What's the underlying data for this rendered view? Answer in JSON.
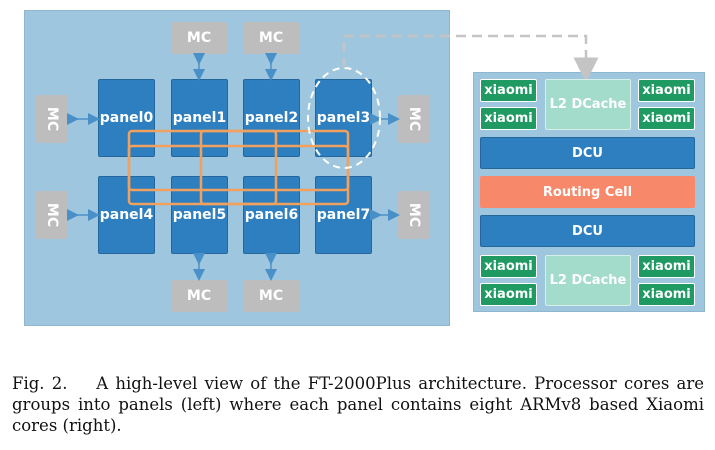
{
  "memory_controller_label": "MC",
  "panels": [
    "panel0",
    "panel1",
    "panel2",
    "panel3",
    "panel4",
    "panel5",
    "panel6",
    "panel7"
  ],
  "panel_detail": {
    "core_label": "xiaomi",
    "l2_label": "L2 DCache",
    "dcu_label": "DCU",
    "routing_label": "Routing Cell"
  },
  "caption": {
    "figure_label": "Fig. 2.",
    "text": "A high-level view of the FT-2000Plus architecture. Processor cores are groups into panels (left) where each panel contains eight ARMv8 based Xiaomi cores (right)."
  },
  "colors": {
    "background": "#9ec6df",
    "panel": "#2e7fc0",
    "memory_controller": "#bdbdbd",
    "core": "#1f9a62",
    "l2_cache": "#a4dccb",
    "routing_cell": "#f7896a",
    "interconnect": "#f0a15f"
  }
}
